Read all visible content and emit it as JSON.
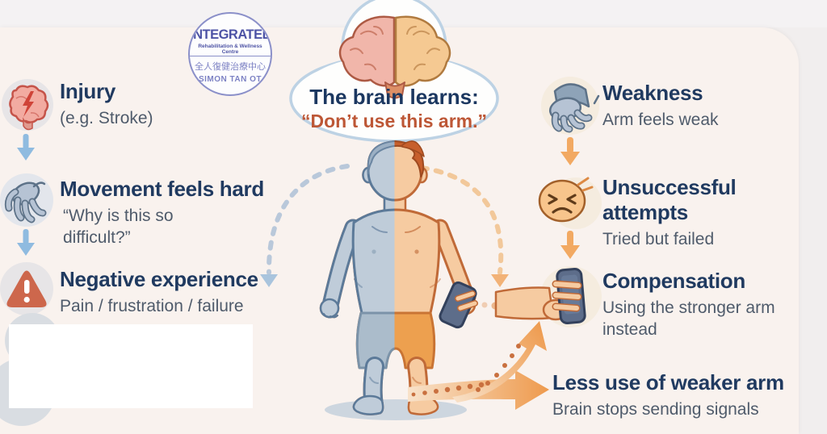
{
  "logo": {
    "line1": "INTEGRATED",
    "line2": "Rehabilitation & Wellness Centre",
    "line3": "全人復健治療中心",
    "line4": "SIMON TAN OT"
  },
  "thought_bubble": {
    "line1": "The brain learns:",
    "line2": "“Don’t use this arm.”"
  },
  "left_column": {
    "items": [
      {
        "icon": "injured-brain-icon",
        "title": "Injury",
        "subtitle": "(e.g. Stroke)"
      },
      {
        "icon": "limp-hand-icon",
        "title": "Movement feels hard",
        "subtitle": "“Why is this so\ndifficult?”"
      },
      {
        "icon": "warning-triangle-icon",
        "title": "Negative experience",
        "subtitle": "Pain / frustration / failure"
      }
    ]
  },
  "right_column": {
    "items": [
      {
        "icon": "weak-hand-icon",
        "title": "Weakness",
        "subtitle": "Arm feels weak"
      },
      {
        "icon": "frustrated-face-icon",
        "title": "Unsuccessful attempts",
        "subtitle": "Tried but failed"
      },
      {
        "icon": "hand-holding-phone-icon",
        "title": "Compensation",
        "subtitle": "Using the stronger arm\ninstead"
      },
      {
        "icon": "branching-arrow-icon",
        "title": "Less use of weaker arm",
        "subtitle": "Brain stops sending signals"
      }
    ]
  },
  "colors": {
    "title_navy": "#203a60",
    "subtitle_gray": "#4f5b6b",
    "quote_rust": "#bd5736",
    "accent_blue_arrow": "#8fbbe0",
    "accent_orange_arrow": "#f2a962",
    "weak_side_blue": "#bfccd9",
    "strong_side_skin": "#f6cba1",
    "logo_purple": "#4d53a5",
    "card_background": "#f9f2ee"
  }
}
